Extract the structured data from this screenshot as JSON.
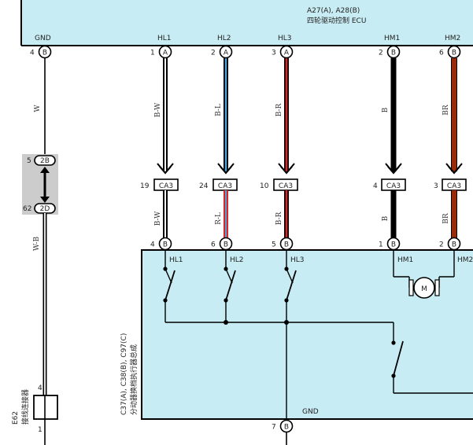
{
  "ecu_top": {
    "title": "A27(A), A28(B)",
    "subtitle": "四轮驱动控制 ECU",
    "terminals": [
      {
        "name": "GND",
        "pin": "4",
        "conn": "B"
      },
      {
        "name": "HL1",
        "pin": "1",
        "conn": "A"
      },
      {
        "name": "HL2",
        "pin": "2",
        "conn": "A"
      },
      {
        "name": "HL3",
        "pin": "3",
        "conn": "A"
      },
      {
        "name": "HM1",
        "pin": "2",
        "conn": "B"
      },
      {
        "name": "HM2",
        "pin": "6",
        "conn": "B"
      }
    ]
  },
  "wire_codes_upper": [
    "W",
    "B-W",
    "B-L",
    "B-R",
    "B",
    "BR"
  ],
  "wire_codes_lower": [
    "W-B",
    "B-W",
    "R-L",
    "B-R",
    "B",
    "BR"
  ],
  "ca3_connectors": [
    {
      "pin": "19",
      "label": "CA3"
    },
    {
      "pin": "24",
      "label": "CA3"
    },
    {
      "pin": "10",
      "label": "CA3"
    },
    {
      "pin": "4",
      "label": "CA3"
    },
    {
      "pin": "3",
      "label": "CA3"
    }
  ],
  "junction": {
    "top_pin": "5",
    "top_label": "2B",
    "bottom_pin": "62",
    "bottom_label": "2D"
  },
  "actuator": {
    "title": "C37(A), C38(B), C97(C)",
    "subtitle": "分动器换档执行器总成",
    "terminals": [
      {
        "name": "HL1",
        "pin": "4",
        "conn": "B"
      },
      {
        "name": "HL2",
        "pin": "6",
        "conn": "B"
      },
      {
        "name": "HL3",
        "pin": "5",
        "conn": "B"
      },
      {
        "name": "HM1",
        "pin": "1",
        "conn": "B"
      },
      {
        "name": "HM2",
        "pin": "2",
        "conn": "B"
      }
    ],
    "gnd_label": "GND",
    "gnd_pin": "7",
    "gnd_conn": "B",
    "motor_label": "M"
  },
  "connector_e62": {
    "code": "E62",
    "name": "接线连接器",
    "top_pin": "4",
    "bottom_pin": "1"
  },
  "colors": {
    "panel_fill": "#c8ecf3",
    "blue": "#4aa3d8",
    "red": "#e02424",
    "brown": "#9a2b0a",
    "junction_bg": "#cccccc"
  }
}
